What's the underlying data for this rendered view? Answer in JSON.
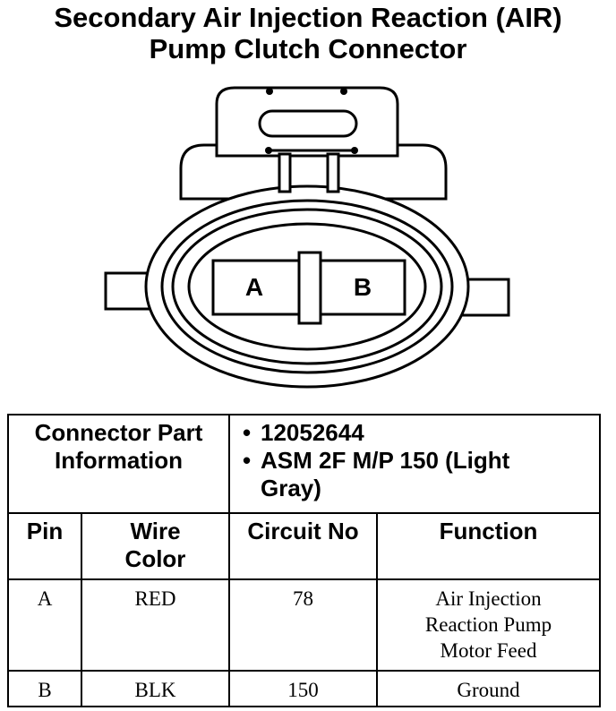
{
  "title": {
    "line1": "Secondary Air Injection Reaction (AIR)",
    "line2": "Pump Clutch Connector"
  },
  "connector": {
    "cavity_a": "A",
    "cavity_b": "B"
  },
  "part_info": {
    "label_line1": "Connector Part",
    "label_line2": "Information",
    "items": [
      "12052644",
      "ASM 2F M/P 150 (Light",
      "Gray)"
    ]
  },
  "columns": {
    "pin": "Pin",
    "wire_line1": "Wire",
    "wire_line2": "Color",
    "circuit": "Circuit No",
    "function": "Function"
  },
  "rows": [
    {
      "pin": "A",
      "wire": "RED",
      "circuit": "78",
      "function_lines": [
        "Air Injection",
        "Reaction Pump",
        "Motor Feed"
      ]
    },
    {
      "pin": "B",
      "wire": "BLK",
      "circuit": "150",
      "function_lines": [
        "Ground"
      ]
    }
  ]
}
